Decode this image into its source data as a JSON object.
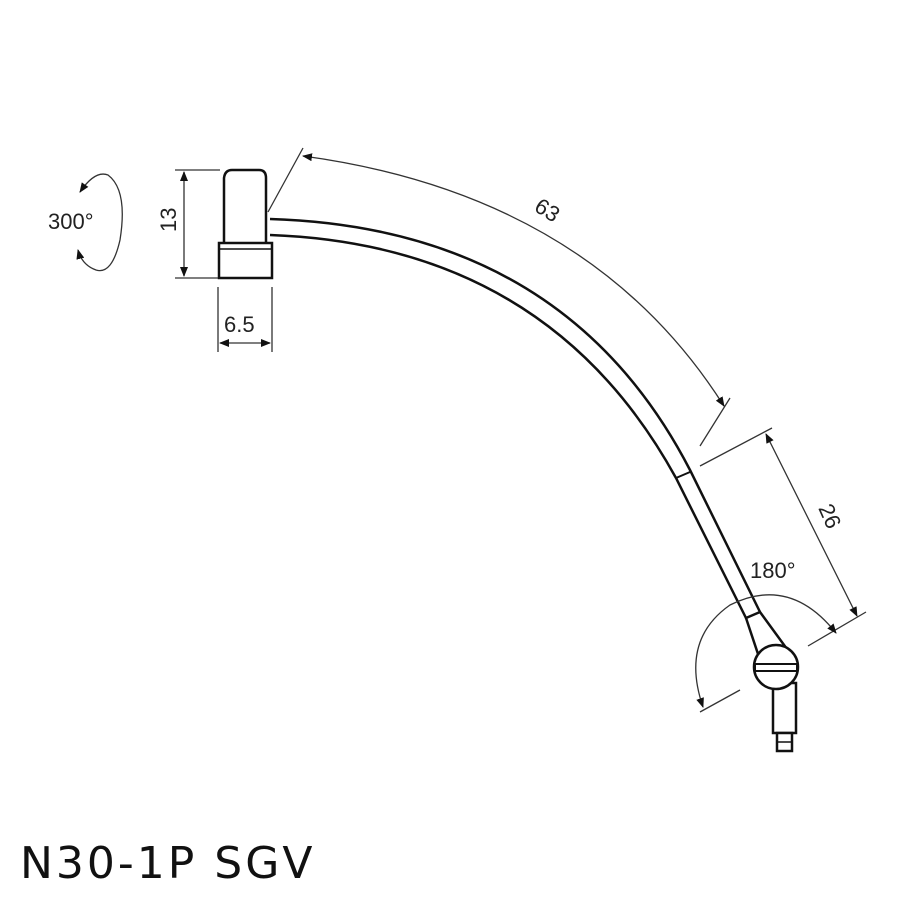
{
  "title": "N30-1P SGV",
  "dimensions": {
    "rotation_head": "300°",
    "head_height": "13",
    "head_width": "6.5",
    "arm_length": "63",
    "lower_segment": "26",
    "rotation_joint": "180°"
  },
  "colors": {
    "line": "#111111",
    "background": "#ffffff"
  }
}
